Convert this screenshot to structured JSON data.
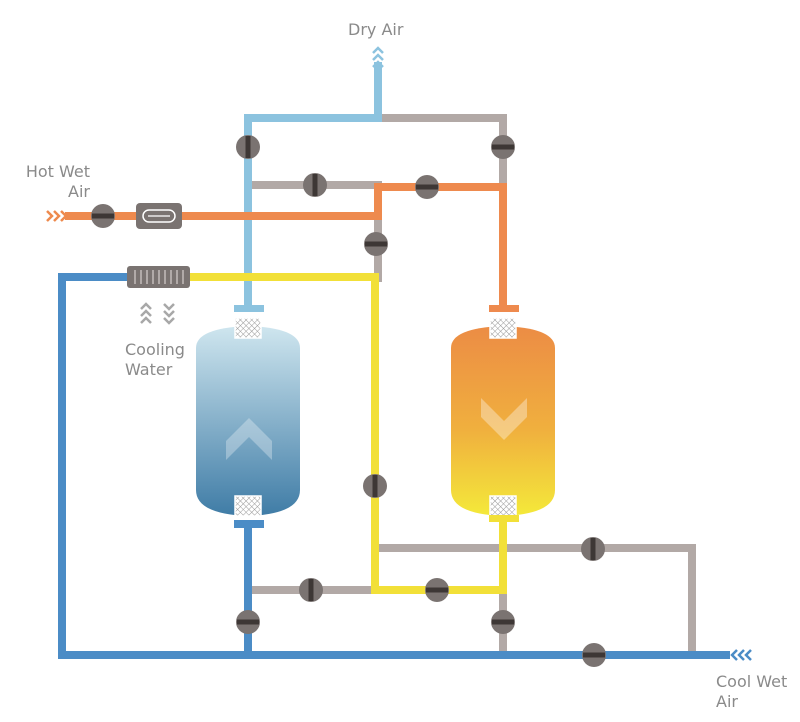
{
  "labels": {
    "dry_air": "Dry Air",
    "hot_wet_air": [
      "Hot Wet",
      "Air"
    ],
    "cooling_water": [
      "Cooling",
      "Water"
    ],
    "cool_wet_air": [
      "Cool Wet",
      "Air"
    ]
  },
  "colors": {
    "dry_air_pipe": "#8cc3df",
    "hot_pipe": "#ee8a4e",
    "yellow_pipe": "#f2e038",
    "cool_pipe": "#4b8cc6",
    "grey_pipe": "#b2a9a6",
    "valve": "#7a7371",
    "left_vessel_top": "#cfe6ef",
    "left_vessel_bottom": "#3f7ca6",
    "right_vessel_top": "#ec8c45",
    "right_vessel_bottom": "#f4e93a"
  },
  "icons": [
    "valve-icon",
    "heater-icon",
    "cooler-icon",
    "chevron-up-icon",
    "chevron-down-icon",
    "arrow-marker-icon",
    "mesh-filter-icon"
  ]
}
